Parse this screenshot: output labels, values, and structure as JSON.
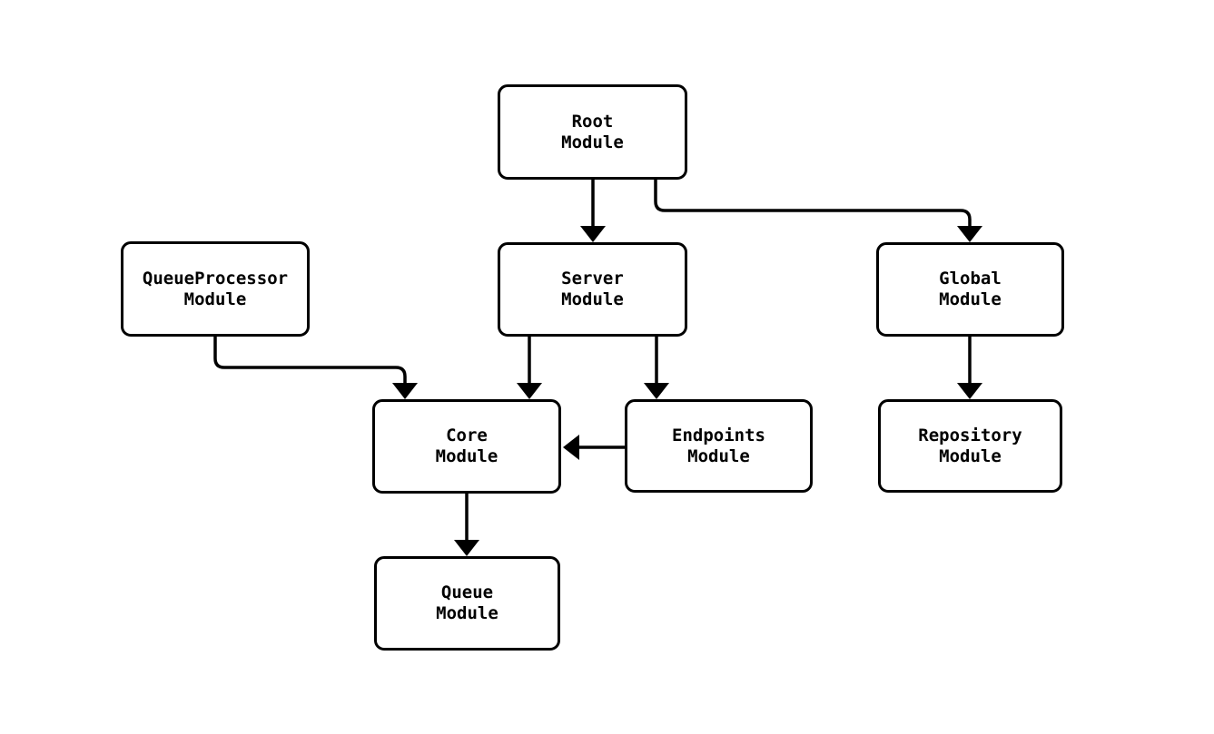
{
  "diagram": {
    "background_color": "#ffffff",
    "node_fill_color": "#ffffff",
    "node_border_color": "#000000",
    "edge_color": "#000000",
    "text_color": "#000000",
    "nodes": [
      {
        "id": "root",
        "label": "Root\nModule"
      },
      {
        "id": "queueProcessor",
        "label": "QueueProcessor\nModule"
      },
      {
        "id": "server",
        "label": "Server\nModule"
      },
      {
        "id": "global",
        "label": "Global\nModule"
      },
      {
        "id": "core",
        "label": "Core\nModule"
      },
      {
        "id": "endpoints",
        "label": "Endpoints\nModule"
      },
      {
        "id": "repository",
        "label": "Repository\nModule"
      },
      {
        "id": "queue",
        "label": "Queue\nModule"
      }
    ],
    "edges": [
      {
        "from": "Root Module",
        "to": "Server Module"
      },
      {
        "from": "Root Module",
        "to": "Global Module"
      },
      {
        "from": "QueueProcessor Module",
        "to": "Core Module"
      },
      {
        "from": "Server Module",
        "to": "Core Module"
      },
      {
        "from": "Server Module",
        "to": "Endpoints Module"
      },
      {
        "from": "Global Module",
        "to": "Repository Module"
      },
      {
        "from": "Endpoints Module",
        "to": "Core Module"
      },
      {
        "from": "Core Module",
        "to": "Queue Module"
      }
    ]
  }
}
